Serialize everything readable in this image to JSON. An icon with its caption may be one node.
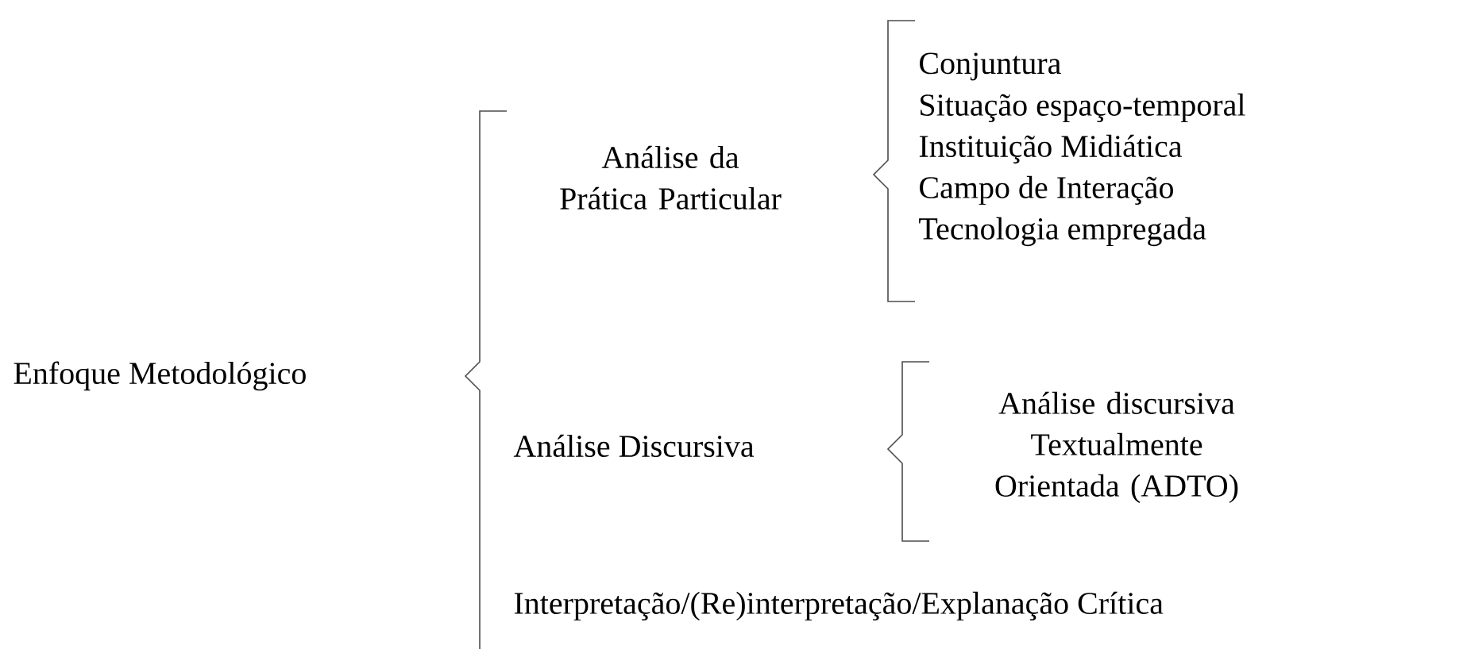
{
  "diagram": {
    "labels": [
      "Enfoque Metodológico",
      "Análise da Prática Particular",
      "Conjuntura",
      "Situação espaço-temporal",
      "Instituição Midiática",
      "Campo de Interação",
      "Tecnologia empregada",
      "Análise Discursiva",
      "Análise discursiva Textualmente Orientada (ADTO)",
      "Interpretação/(Re)interpretação/Explanação Crítica"
    ]
  }
}
